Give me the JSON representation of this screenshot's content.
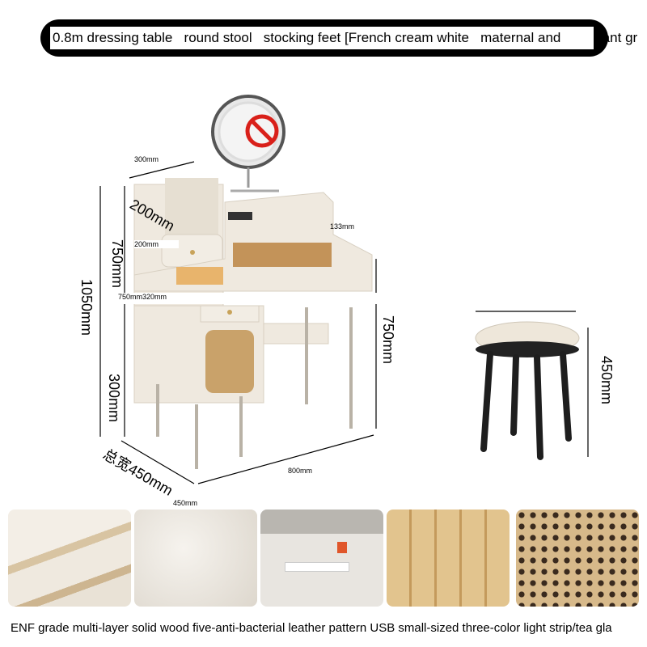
{
  "title": {
    "text": "0.8m dressing table   round stool   stocking feet [French cream white   maternal and",
    "overflow": "fant gr"
  },
  "dimensions": {
    "top_depth": "300mm",
    "shelf_depth": "200mm",
    "shelf_depth_label": "200mm",
    "upper_height": "750mm",
    "total_height": "1050mm",
    "mid_label": "750mm320mm",
    "bottom_height": "300mm",
    "compartment_height": "133mm",
    "table_height": "750mm",
    "total_width_cn": "总宽450mm",
    "width_small": "450mm",
    "length": "800mm",
    "stool_height": "450mm"
  },
  "features_caption": "ENF grade multi-layer solid wood five-anti-bacterial leather pattern USB small-sized three-color light strip/tea gla",
  "colors": {
    "cream": "#efe9df",
    "rattan": "#c9a26a",
    "gold": "#c8a35a",
    "red": "#d9201a"
  }
}
